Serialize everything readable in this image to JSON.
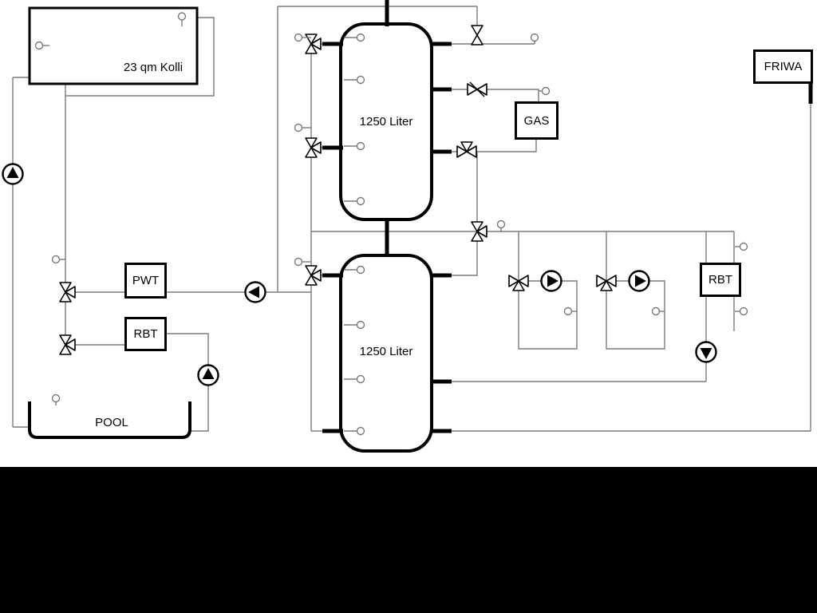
{
  "labels": {
    "collector": "23 qm Kolli",
    "tank_top": "1250 Liter",
    "tank_bottom": "1250 Liter",
    "gas": "GAS",
    "friwa": "FRIWA",
    "pwt": "PWT",
    "rbt_left": "RBT",
    "rbt_right": "RBT",
    "pool": "POOL"
  },
  "colors": {
    "pipe_line": "#7a7a7a",
    "component_stroke": "#000000",
    "background": "#ffffff",
    "bottom_bar": "#000000"
  }
}
